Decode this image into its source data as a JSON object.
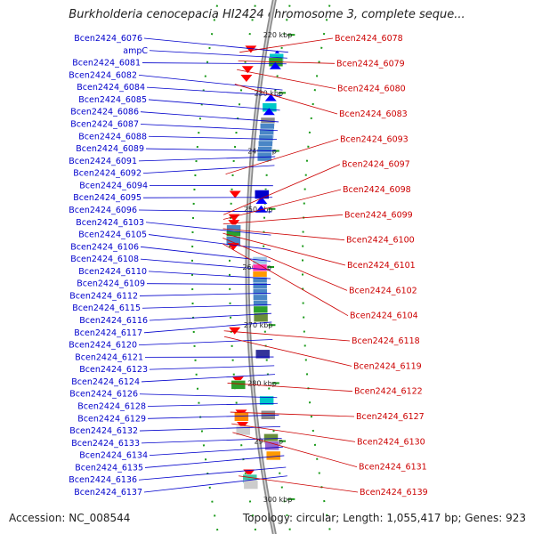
{
  "map": {
    "title": "Burkholderia cenocepacia HI2424 chromosome 3, complete seque...",
    "accession": "Accession: NC_008544",
    "summary": "Topology: circular; Length: 1,055,417 bp; Genes: 923"
  },
  "ticks": [
    {
      "label": "220 kbp",
      "kbp": 220
    },
    {
      "label": "230 kbp",
      "kbp": 230
    },
    {
      "label": "240 kbp",
      "kbp": 240
    },
    {
      "label": "250 kbp",
      "kbp": 250
    },
    {
      "label": "260 kbp",
      "kbp": 260
    },
    {
      "label": "270 kbp",
      "kbp": 270
    },
    {
      "label": "280 kbp",
      "kbp": 280
    },
    {
      "label": "290 kbp",
      "kbp": 290
    },
    {
      "label": "300 kbp",
      "kbp": 300
    }
  ],
  "genes_left": [
    {
      "label": "Bcen2424_6076",
      "kbp": 223.0
    },
    {
      "label": "ampC",
      "kbp": 224.0
    },
    {
      "label": "Bcen2424_6081",
      "kbp": 225.0
    },
    {
      "label": "Bcen2424_6082",
      "kbp": 229.5
    },
    {
      "label": "Bcen2424_6084",
      "kbp": 230.5
    },
    {
      "label": "Bcen2424_6085",
      "kbp": 233.0
    },
    {
      "label": "Bcen2424_6086",
      "kbp": 235.0
    },
    {
      "label": "Bcen2424_6087",
      "kbp": 236.5
    },
    {
      "label": "Bcen2424_6088",
      "kbp": 238.0
    },
    {
      "label": "Bcen2424_6089",
      "kbp": 240.0
    },
    {
      "label": "Bcen2424_6091",
      "kbp": 241.0
    },
    {
      "label": "Bcen2424_6092",
      "kbp": 242.5
    },
    {
      "label": "Bcen2424_6094",
      "kbp": 246.0
    },
    {
      "label": "Bcen2424_6095",
      "kbp": 248.0
    },
    {
      "label": "Bcen2424_6096",
      "kbp": 250.5
    },
    {
      "label": "Bcen2424_6103",
      "kbp": 254.5
    },
    {
      "label": "Bcen2424_6105",
      "kbp": 257.0
    },
    {
      "label": "Bcen2424_6106",
      "kbp": 259.0
    },
    {
      "label": "Bcen2424_6108",
      "kbp": 260.5
    },
    {
      "label": "Bcen2424_6110",
      "kbp": 262.0
    },
    {
      "label": "Bcen2424_6109",
      "kbp": 263.0
    },
    {
      "label": "Bcen2424_6112",
      "kbp": 264.5
    },
    {
      "label": "Bcen2424_6115",
      "kbp": 266.5
    },
    {
      "label": "Bcen2424_6116",
      "kbp": 268.0
    },
    {
      "label": "Bcen2424_6117",
      "kbp": 269.5
    },
    {
      "label": "Bcen2424_6120",
      "kbp": 272.5
    },
    {
      "label": "Bcen2424_6121",
      "kbp": 275.5
    },
    {
      "label": "Bcen2424_6123",
      "kbp": 277.0
    },
    {
      "label": "Bcen2424_6124",
      "kbp": 278.5
    },
    {
      "label": "Bcen2424_6126",
      "kbp": 282.5
    },
    {
      "label": "Bcen2424_6128",
      "kbp": 283.5
    },
    {
      "label": "Bcen2424_6129",
      "kbp": 285.5
    },
    {
      "label": "Bcen2424_6132",
      "kbp": 287.5
    },
    {
      "label": "Bcen2424_6133",
      "kbp": 289.5
    },
    {
      "label": "Bcen2424_6134",
      "kbp": 291.0
    },
    {
      "label": "Bcen2424_6135",
      "kbp": 292.5
    },
    {
      "label": "Bcen2424_6136",
      "kbp": 294.5
    },
    {
      "label": "Bcen2424_6137",
      "kbp": 296.0
    }
  ],
  "genes_right": [
    {
      "label": "Bcen2424_6078",
      "kbp": 223.0
    },
    {
      "label": "Bcen2424_6079",
      "kbp": 224.5
    },
    {
      "label": "Bcen2424_6080",
      "kbp": 226.0
    },
    {
      "label": "Bcen2424_6083",
      "kbp": 228.5
    },
    {
      "label": "Bcen2424_6093",
      "kbp": 244.0
    },
    {
      "label": "Bcen2424_6097",
      "kbp": 251.0
    },
    {
      "label": "Bcen2424_6098",
      "kbp": 251.8
    },
    {
      "label": "Bcen2424_6099",
      "kbp": 252.6
    },
    {
      "label": "Bcen2424_6100",
      "kbp": 253.4
    },
    {
      "label": "Bcen2424_6101",
      "kbp": 254.2
    },
    {
      "label": "Bcen2424_6102",
      "kbp": 255.0
    },
    {
      "label": "Bcen2424_6104",
      "kbp": 256.0
    },
    {
      "label": "Bcen2424_6118",
      "kbp": 271.0
    },
    {
      "label": "Bcen2424_6119",
      "kbp": 272.0
    },
    {
      "label": "Bcen2424_6122",
      "kbp": 280.0
    },
    {
      "label": "Bcen2424_6127",
      "kbp": 285.0
    },
    {
      "label": "Bcen2424_6130",
      "kbp": 287.0
    },
    {
      "label": "Bcen2424_6131",
      "kbp": 288.5
    },
    {
      "label": "Bcen2424_6139",
      "kbp": 296.0
    }
  ],
  "features_left": [
    {
      "kbp": 223.3,
      "color": "#0000ff",
      "kind": "arrow"
    },
    {
      "kbp": 224.0,
      "color": "#00c8c8",
      "kind": "box"
    },
    {
      "kbp": 224.7,
      "color": "#2ca02c",
      "kind": "box"
    },
    {
      "kbp": 225.3,
      "color": "#0000ff",
      "kind": "arrow"
    },
    {
      "kbp": 230.8,
      "color": "#0000ff",
      "kind": "arrow"
    },
    {
      "kbp": 232.5,
      "color": "#00c8c8",
      "kind": "box"
    },
    {
      "kbp": 233.2,
      "color": "#0000ff",
      "kind": "arrow"
    },
    {
      "kbp": 235.0,
      "color": "#8a8a8a",
      "kind": "box"
    },
    {
      "kbp": 236.0,
      "color": "#4a86c6",
      "kind": "box"
    },
    {
      "kbp": 237.0,
      "color": "#4a86c6",
      "kind": "box"
    },
    {
      "kbp": 238.0,
      "color": "#4a86c6",
      "kind": "box"
    },
    {
      "kbp": 239.0,
      "color": "#4a86c6",
      "kind": "box"
    },
    {
      "kbp": 240.0,
      "color": "#4a86c6",
      "kind": "box"
    },
    {
      "kbp": 241.0,
      "color": "#4a86c6",
      "kind": "box"
    },
    {
      "kbp": 247.5,
      "color": "#0000cc",
      "kind": "box"
    },
    {
      "kbp": 248.5,
      "color": "#0000ff",
      "kind": "arrow"
    },
    {
      "kbp": 250.0,
      "color": "#0000ff",
      "kind": "arrow"
    },
    {
      "kbp": 259.0,
      "color": "#a0c8e8",
      "kind": "box"
    },
    {
      "kbp": 260.3,
      "color": "#ff33aa",
      "kind": "box"
    },
    {
      "kbp": 261.5,
      "color": "#ff9900",
      "kind": "box"
    },
    {
      "kbp": 262.5,
      "color": "#4a86c6",
      "kind": "box"
    },
    {
      "kbp": 263.5,
      "color": "#4a86c6",
      "kind": "box"
    },
    {
      "kbp": 264.5,
      "color": "#4a86c6",
      "kind": "box"
    },
    {
      "kbp": 265.5,
      "color": "#4a86c6",
      "kind": "box"
    },
    {
      "kbp": 266.5,
      "color": "#4a86c6",
      "kind": "box"
    },
    {
      "kbp": 267.5,
      "color": "#2ca02c",
      "kind": "box"
    },
    {
      "kbp": 268.7,
      "color": "#6a8f3a",
      "kind": "box"
    },
    {
      "kbp": 275.0,
      "color": "#333399",
      "kind": "box"
    },
    {
      "kbp": 283.0,
      "color": "#00c8c8",
      "kind": "box"
    },
    {
      "kbp": 285.5,
      "color": "#8a8a8a",
      "kind": "box"
    },
    {
      "kbp": 289.5,
      "color": "#6a8f3a",
      "kind": "box"
    },
    {
      "kbp": 290.8,
      "color": "#9966cc",
      "kind": "box"
    },
    {
      "kbp": 292.5,
      "color": "#ff9900",
      "kind": "box"
    }
  ],
  "features_right": [
    {
      "kbp": 222.5,
      "color": "#ff0000",
      "kind": "arrow"
    },
    {
      "kbp": 226.0,
      "color": "#ff0000",
      "kind": "arrow"
    },
    {
      "kbp": 227.5,
      "color": "#ff0000",
      "kind": "arrow"
    },
    {
      "kbp": 247.5,
      "color": "#ff0000",
      "kind": "arrow"
    },
    {
      "kbp": 251.5,
      "color": "#ff0000",
      "kind": "arrow"
    },
    {
      "kbp": 252.5,
      "color": "#ff0000",
      "kind": "arrow"
    },
    {
      "kbp": 253.5,
      "color": "#4a86c6",
      "kind": "box"
    },
    {
      "kbp": 254.5,
      "color": "#2ca02c",
      "kind": "box"
    },
    {
      "kbp": 255.5,
      "color": "#4a86c6",
      "kind": "box"
    },
    {
      "kbp": 256.5,
      "color": "#ff0000",
      "kind": "arrow"
    },
    {
      "kbp": 271.0,
      "color": "#ff0000",
      "kind": "arrow"
    },
    {
      "kbp": 279.5,
      "color": "#ff0000",
      "kind": "arrow"
    },
    {
      "kbp": 280.3,
      "color": "#2ca02c",
      "kind": "box"
    },
    {
      "kbp": 285.2,
      "color": "#ff0000",
      "kind": "arrow"
    },
    {
      "kbp": 285.8,
      "color": "#ff8800",
      "kind": "box"
    },
    {
      "kbp": 287.3,
      "color": "#ff0000",
      "kind": "arrow"
    },
    {
      "kbp": 288.2,
      "color": "#cccccc",
      "kind": "box"
    },
    {
      "kbp": 295.5,
      "color": "#ff0000",
      "kind": "arrow"
    },
    {
      "kbp": 296.5,
      "color": "#40c8a0",
      "kind": "box"
    },
    {
      "kbp": 297.5,
      "color": "#cccccc",
      "kind": "box"
    }
  ],
  "colors": {
    "backbone": "#8c8c8c",
    "forward_label": "#0000cc",
    "reverse_label": "#cc0000",
    "tick": "#1a9a1a"
  }
}
